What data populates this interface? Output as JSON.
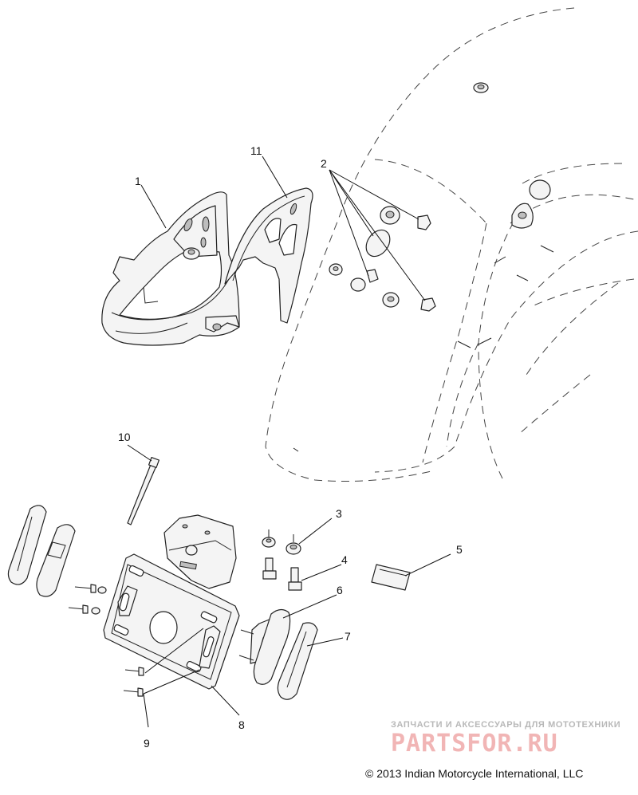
{
  "diagram": {
    "callouts": [
      "1",
      "2",
      "3",
      "4",
      "5",
      "6",
      "7",
      "8",
      "9",
      "10",
      "11"
    ]
  },
  "watermark": {
    "tagline": "ЗАПЧАСТИ И АКСЕССУАРЫ ДЛЯ МОТОТЕХНИКИ",
    "brand": "PARTSFOR.RU"
  },
  "copyright": {
    "symbol": "©",
    "text": "2013 Indian Motorcycle International, LLC"
  }
}
